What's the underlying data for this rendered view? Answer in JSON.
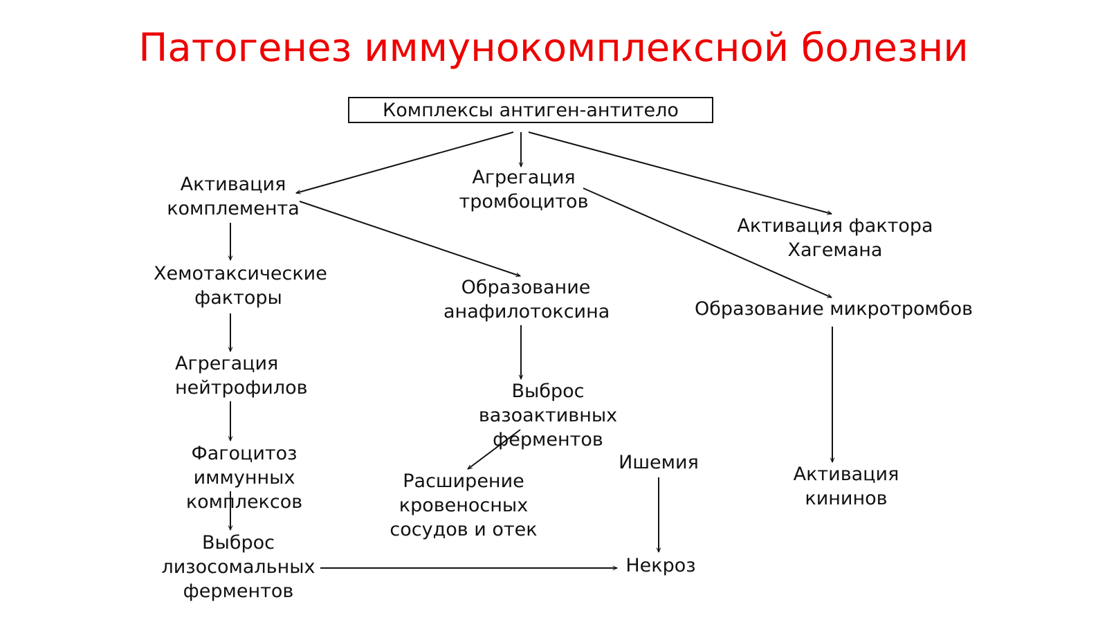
{
  "title": "Патогенез иммунокомплексной болезни",
  "colors": {
    "title": "#ee0000",
    "line": "#111111",
    "background": "#ffffff"
  },
  "nodes": {
    "root": "Комплексы антиген-антитело",
    "complement": "Активация комплемента",
    "platelets": "Агрегация тромбоцитов",
    "hageman": "Активация фактора Хагемана",
    "chemotactic": "Хемотаксические факторы",
    "anaphylatoxin": "Образование анафилотоксина",
    "microthrombi": "Образование микротромбов",
    "neutrophils": "Агрегация нейтрофилов",
    "vasoactive": "Выброс вазоактивных ферментов",
    "phagocytosis": "Фагоцитоз иммунных комплексов",
    "vasodilation": "Расширение кровеносных сосудов и отек",
    "ischemia": "Ишемия",
    "kinins": "Активация кининов",
    "lysosomal": "Выброс лизосомальных ферментов",
    "necrosis": "Некроз"
  }
}
